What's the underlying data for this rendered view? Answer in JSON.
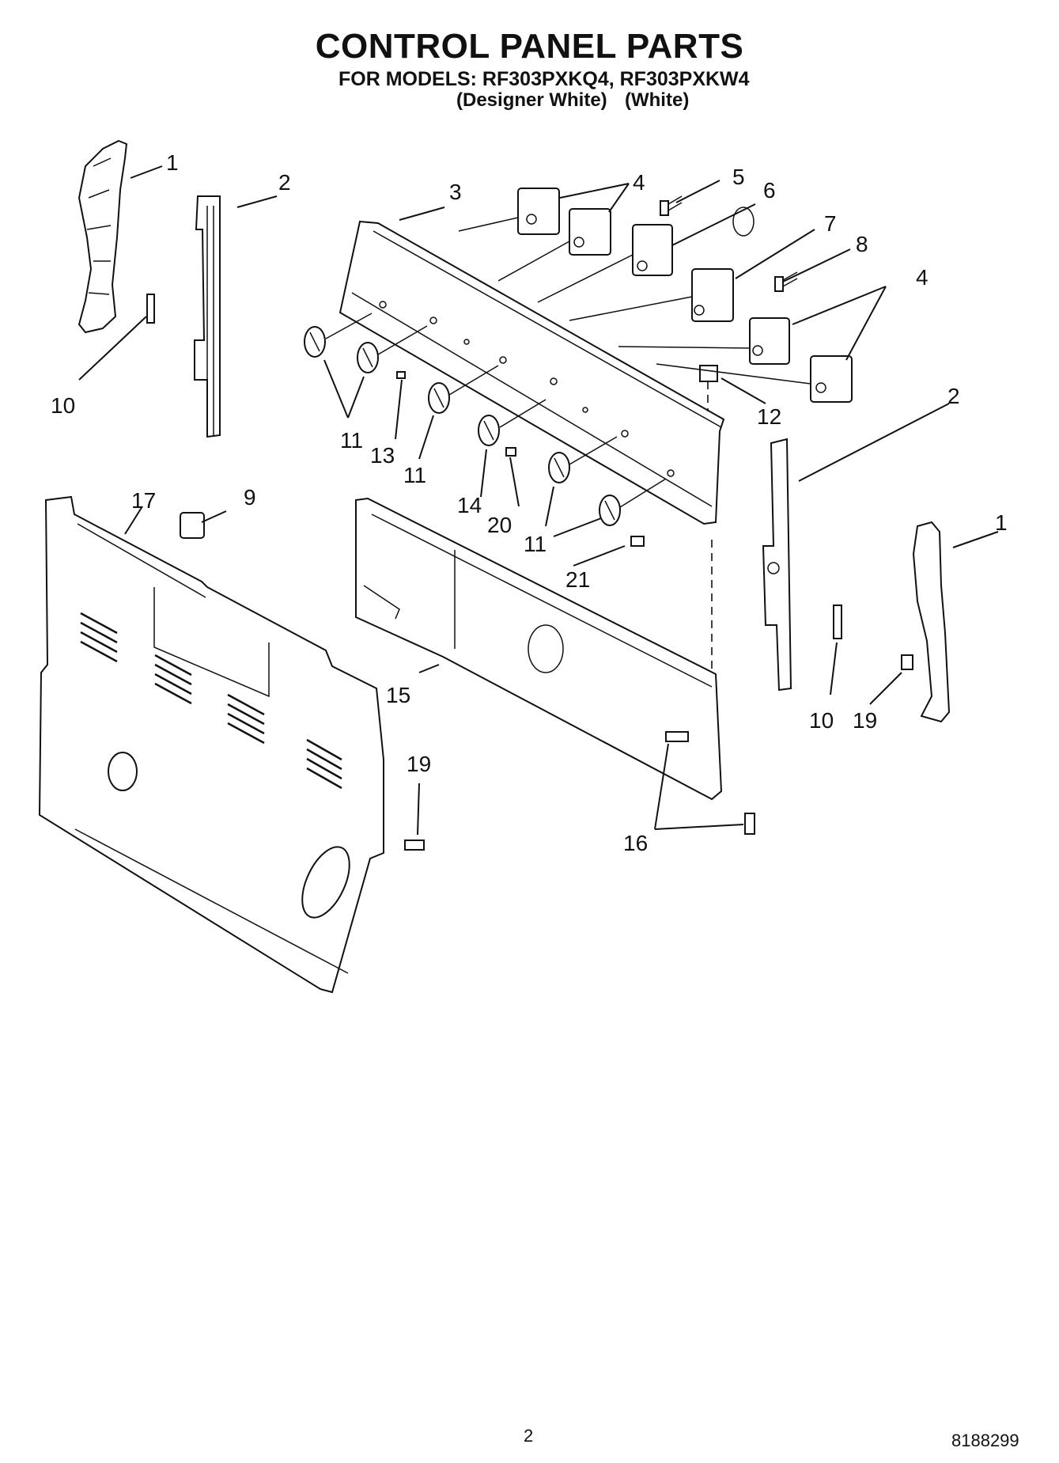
{
  "header": {
    "title": "CONTROL PANEL PARTS",
    "models_line": "FOR MODELS: RF303PXKQ4, RF303PXKW4",
    "variant_1": "(Designer White)",
    "variant_2": "(White)"
  },
  "callouts": {
    "c1a": "1",
    "c1b": "1",
    "c2a": "2",
    "c2b": "2",
    "c3": "3",
    "c4a": "4",
    "c4b": "4",
    "c5": "5",
    "c6": "6",
    "c7": "7",
    "c8": "8",
    "c9": "9",
    "c10a": "10",
    "c10b": "10",
    "c11a": "11",
    "c11b": "11",
    "c11c": "11",
    "c12": "12",
    "c13": "13",
    "c14": "14",
    "c15": "15",
    "c16": "16",
    "c17": "17",
    "c19a": "19",
    "c19b": "19",
    "c20": "20",
    "c21": "21"
  },
  "footer": {
    "page": "2",
    "doc_number": "8188299"
  }
}
